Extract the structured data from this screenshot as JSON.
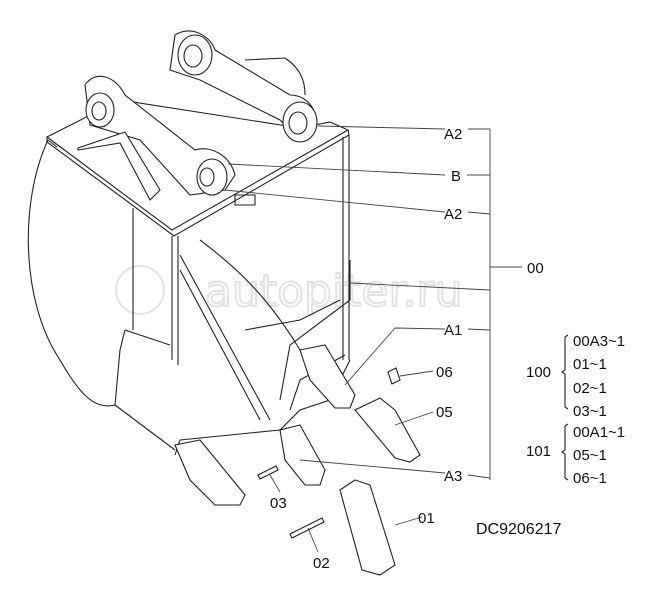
{
  "watermark": "autopiter.ru",
  "callouts": {
    "a2_top": "A2",
    "b": "B",
    "a2_mid": "A2",
    "assembly_00": "00",
    "a1": "A1",
    "p06": "06",
    "p05": "05",
    "a3": "A3",
    "p03": "03",
    "p01": "01",
    "p02": "02"
  },
  "kits": [
    {
      "number": "100",
      "items": [
        "00A3~1",
        "01~1",
        "02~1",
        "03~1"
      ]
    },
    {
      "number": "101",
      "items": [
        "00A1~1",
        "05~1",
        "06~1"
      ]
    }
  ],
  "drawing_number": "DC9206217"
}
